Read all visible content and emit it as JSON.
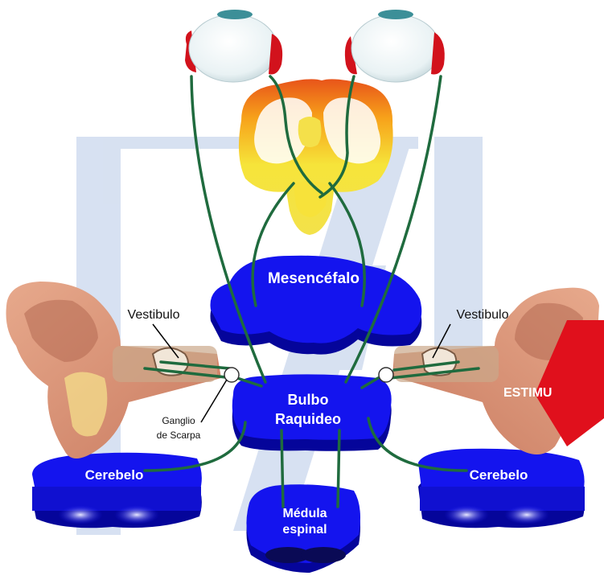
{
  "labels": {
    "mesencefalo": "Mesencéfalo",
    "bulbo_line1": "Bulbo",
    "bulbo_line2": "Raquideo",
    "medula_line1": "Médula",
    "medula_line2": "espinal",
    "cerebelo_left": "Cerebelo",
    "cerebelo_right": "Cerebelo",
    "vestibulo_left": "Vestibulo",
    "vestibulo_right": "Vestibulo",
    "ganglio_line1": "Ganglio",
    "ganglio_line2": "de Scarpa",
    "estimulo": "ESTIMU"
  },
  "colors": {
    "block_blue": "#1414ee",
    "block_shadow": "#05059a",
    "nerve_green": "#1f6b3e",
    "watermark": "#c9d6ec",
    "stimulus_red": "#e0101c"
  }
}
